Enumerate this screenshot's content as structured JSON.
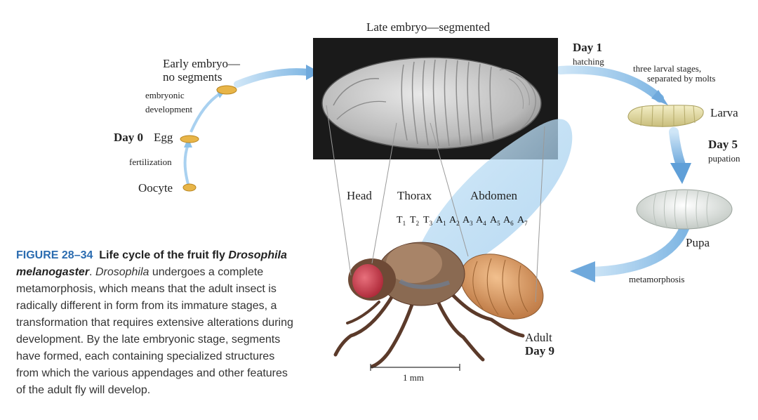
{
  "diagram": {
    "late_embryo_title": "Late embryo—segmented",
    "early_embryo_line1": "Early embryo—",
    "early_embryo_line2": "no segments",
    "embryonic_line1": "embryonic",
    "embryonic_line2": "development",
    "day0_label": "Day 0",
    "egg_label": "Egg",
    "fertilization_label": "fertilization",
    "oocyte_label": "Oocyte",
    "day1_label": "Day 1",
    "hatching_label": "hatching",
    "larval_line1": "three larval stages,",
    "larval_line2": "separated by molts",
    "larva_label": "Larva",
    "day5_label": "Day 5",
    "pupation_label": "pupation",
    "pupa_label": "Pupa",
    "metamorphosis_label": "metamorphosis",
    "adult_label": "Adult",
    "day9_label": "Day 9",
    "scale_label": "1 mm",
    "head_label": "Head",
    "thorax_label": "Thorax",
    "abdomen_label": "Abdomen",
    "segments": [
      {
        "letter": "T",
        "num": "1"
      },
      {
        "letter": "T",
        "num": "2"
      },
      {
        "letter": "T",
        "num": "3"
      },
      {
        "letter": "A",
        "num": "1"
      },
      {
        "letter": "A",
        "num": "2"
      },
      {
        "letter": "A",
        "num": "3"
      },
      {
        "letter": "A",
        "num": "4"
      },
      {
        "letter": "A",
        "num": "5"
      },
      {
        "letter": "A",
        "num": "6"
      },
      {
        "letter": "A",
        "num": "7"
      }
    ]
  },
  "caption": {
    "figure_number": "FIGURE 28–34",
    "title_part1": "Life cycle of the fruit fly ",
    "title_species": "Drosophila melanogaster",
    "title_end": ". ",
    "body_genus": "Drosophila",
    "body_text": " undergoes a complete metamorphosis, which means that the adult insect is radically different in form from its immature stages, a transformation that requires extensive alterations during development. By the late embryonic stage, segments have formed, each containing specialized structures from which the various appendages and other features of the adult fly will develop."
  },
  "colors": {
    "arrow_blue": "#8fc3ea",
    "figure_label_blue": "#2b6cb0",
    "egg_yellow": "#e8b548",
    "larva_cream": "#e6dfa8",
    "pupa_gray": "#dfe2dc",
    "fly_eye_red": "#c83a48",
    "fly_abdomen": "#d99a62"
  }
}
